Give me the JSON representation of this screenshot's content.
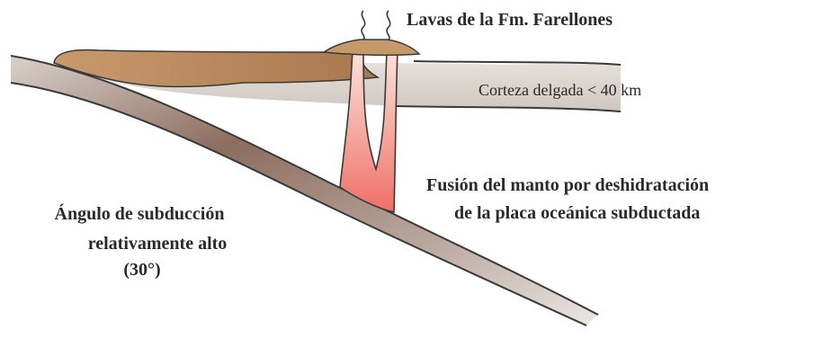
{
  "labels": {
    "lavas": "Lavas de la Fm. Farellones",
    "corteza": "Corteza delgada < 40 km",
    "fusion_line1": "Fusión del manto por deshidratación",
    "fusion_line2": "de la placa oceánica subductada",
    "angulo_line1": "Ángulo de subducción",
    "angulo_line2": "relativamente alto",
    "angulo_line3": "(30°)"
  },
  "colors": {
    "crust": "#d8cfc8",
    "wedge": "#b8865a",
    "slab": "#8a6a5a",
    "melt": "#f08080",
    "outline": "#3a3a3a"
  }
}
